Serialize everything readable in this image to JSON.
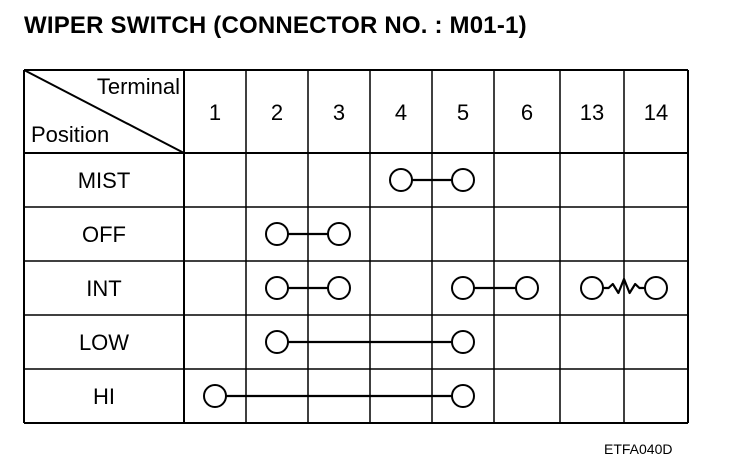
{
  "title": "WIPER SWITCH (CONNECTOR NO. : M01-1)",
  "figure_code": "ETFA040D",
  "header": {
    "terminal_label": "Terminal",
    "position_label": "Position"
  },
  "terminals": [
    "1",
    "2",
    "3",
    "4",
    "5",
    "6",
    "13",
    "14"
  ],
  "positions": [
    {
      "label": "MIST",
      "connections": [
        {
          "from": "4",
          "to": "5",
          "type": "wire"
        }
      ]
    },
    {
      "label": "OFF",
      "connections": [
        {
          "from": "2",
          "to": "3",
          "type": "wire"
        }
      ]
    },
    {
      "label": "INT",
      "connections": [
        {
          "from": "2",
          "to": "3",
          "type": "wire"
        },
        {
          "from": "5",
          "to": "6",
          "type": "wire"
        },
        {
          "from": "13",
          "to": "14",
          "type": "resistor"
        }
      ]
    },
    {
      "label": "LOW",
      "connections": [
        {
          "from": "2",
          "to": "5",
          "type": "wire"
        }
      ]
    },
    {
      "label": "HI",
      "connections": [
        {
          "from": "1",
          "to": "5",
          "type": "wire"
        }
      ]
    }
  ]
}
